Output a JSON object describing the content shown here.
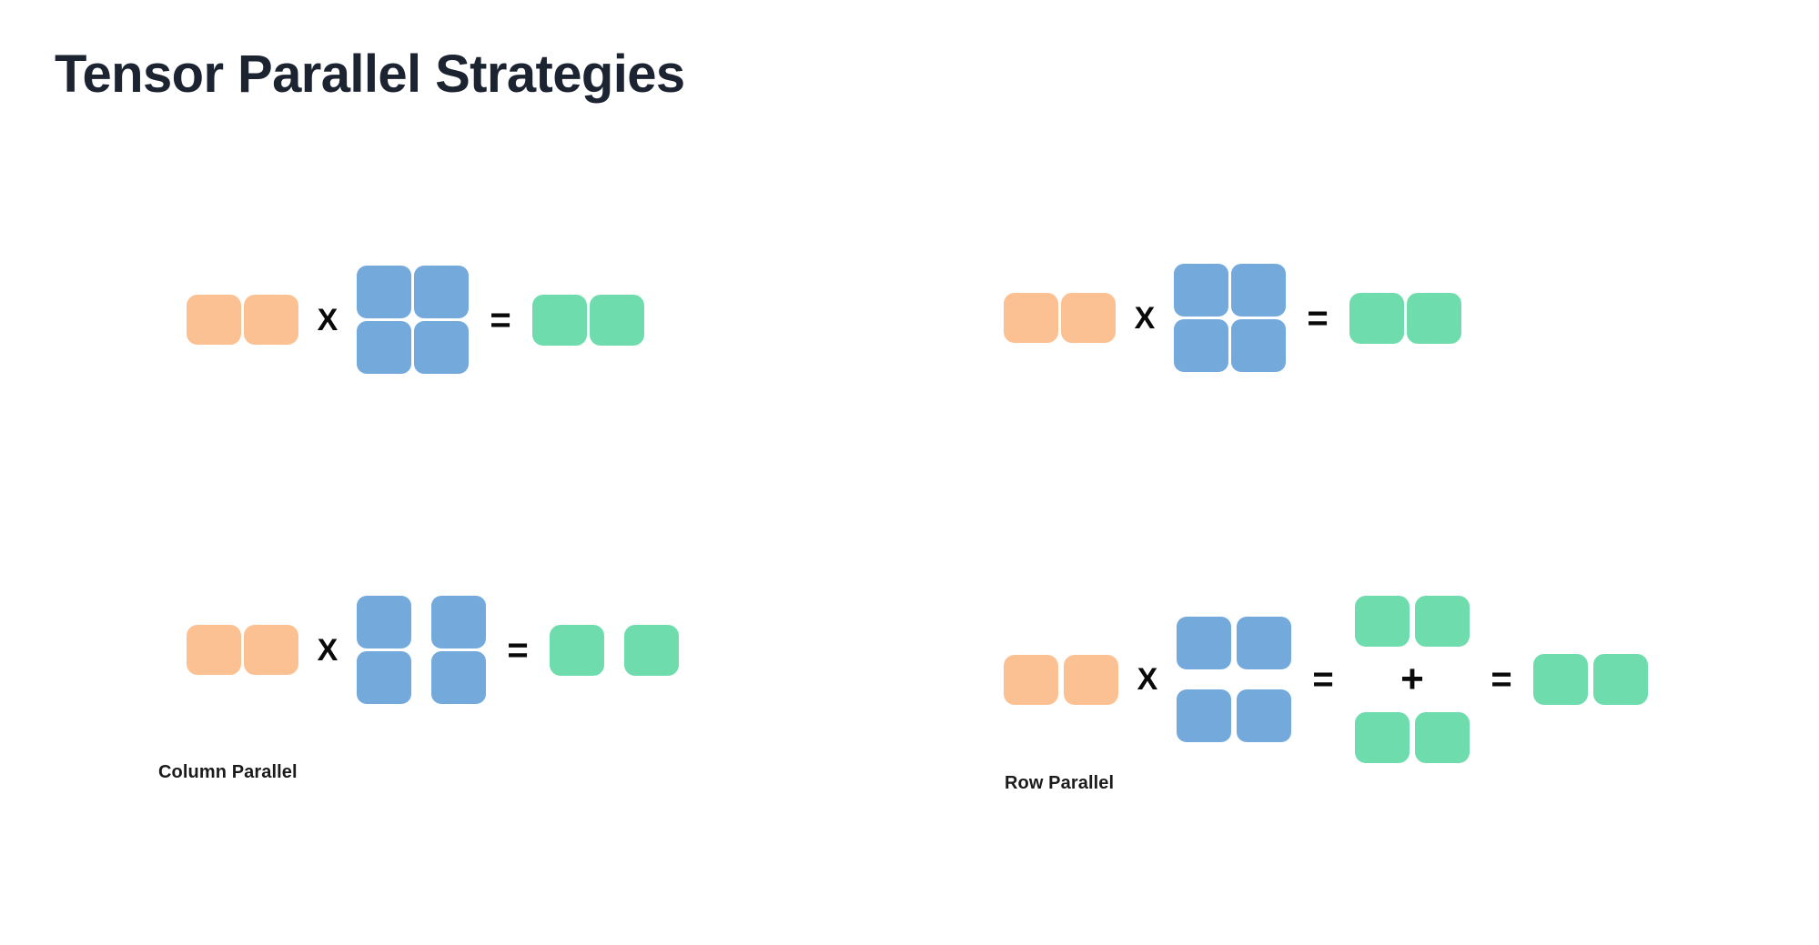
{
  "page": {
    "title": "Tensor Parallel Strategies",
    "background": "#ffffff"
  },
  "palette": {
    "input_orange": "#fbc193",
    "weight_blue": "#74a9dc",
    "output_green": "#6edcac",
    "text_dark": "#1b2430",
    "operator_black": "#0a0a0a"
  },
  "operators": {
    "multiply": "X",
    "equals": "=",
    "plus": "+"
  },
  "labels": {
    "column_parallel": "Column Parallel",
    "row_parallel": "Row Parallel"
  },
  "diagrams": [
    {
      "id": "column-parallel-unsharded",
      "quadrant": "top-left",
      "caption": "",
      "terms": [
        {
          "role": "input",
          "color": "#fbc193",
          "rows": 1,
          "cols": 2,
          "split": "none"
        },
        {
          "role": "operator",
          "symbol": "X"
        },
        {
          "role": "weight",
          "color": "#74a9dc",
          "rows": 2,
          "cols": 2,
          "split": "none"
        },
        {
          "role": "operator",
          "symbol": "="
        },
        {
          "role": "output",
          "color": "#6edcac",
          "rows": 1,
          "cols": 2,
          "split": "none"
        }
      ]
    },
    {
      "id": "row-parallel-unsharded",
      "quadrant": "top-right",
      "caption": "",
      "terms": [
        {
          "role": "input",
          "color": "#fbc193",
          "rows": 1,
          "cols": 2,
          "split": "none"
        },
        {
          "role": "operator",
          "symbol": "X"
        },
        {
          "role": "weight",
          "color": "#74a9dc",
          "rows": 2,
          "cols": 2,
          "split": "none"
        },
        {
          "role": "operator",
          "symbol": "="
        },
        {
          "role": "output",
          "color": "#6edcac",
          "rows": 1,
          "cols": 2,
          "split": "none"
        }
      ]
    },
    {
      "id": "column-parallel-sharded",
      "quadrant": "bottom-left",
      "caption": "Column Parallel",
      "terms": [
        {
          "role": "input",
          "color": "#fbc193",
          "rows": 1,
          "cols": 2,
          "split": "none"
        },
        {
          "role": "operator",
          "symbol": "X"
        },
        {
          "role": "weight",
          "color": "#74a9dc",
          "rows": 2,
          "cols": 2,
          "split": "columns"
        },
        {
          "role": "operator",
          "symbol": "="
        },
        {
          "role": "output",
          "color": "#6edcac",
          "rows": 1,
          "cols": 2,
          "split": "columns"
        }
      ]
    },
    {
      "id": "row-parallel-sharded",
      "quadrant": "bottom-right",
      "caption": "Row Parallel",
      "terms": [
        {
          "role": "input",
          "color": "#fbc193",
          "rows": 1,
          "cols": 2,
          "split": "columns"
        },
        {
          "role": "operator",
          "symbol": "X"
        },
        {
          "role": "weight",
          "color": "#74a9dc",
          "rows": 2,
          "cols": 2,
          "split": "rows"
        },
        {
          "role": "operator",
          "symbol": "="
        },
        {
          "role": "partial-sum",
          "color": "#6edcac",
          "operands": 2,
          "rows": 1,
          "cols": 2,
          "join": "+"
        },
        {
          "role": "operator",
          "symbol": "="
        },
        {
          "role": "output",
          "color": "#6edcac",
          "rows": 1,
          "cols": 2,
          "split": "none"
        }
      ]
    }
  ]
}
